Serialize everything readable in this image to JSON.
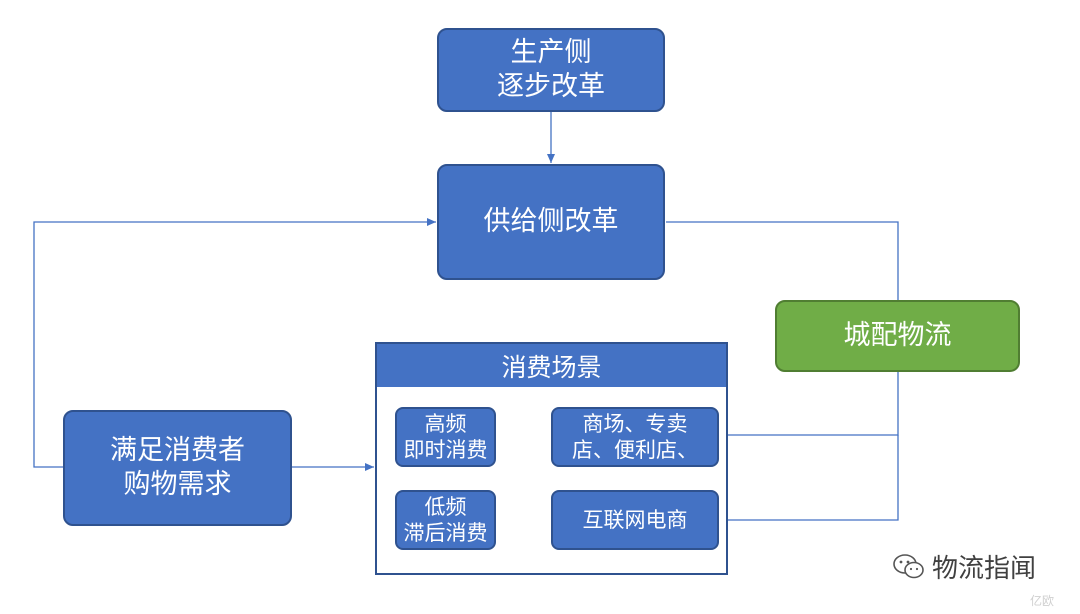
{
  "nodes": {
    "production": {
      "line1": "生产侧",
      "line2": "逐步改革"
    },
    "supply": {
      "label": "供给侧改革"
    },
    "city_logistics": {
      "label": "城配物流"
    },
    "consumer": {
      "line1": "满足消费者",
      "line2": "购物需求"
    },
    "scenarios": {
      "title": "消费场景",
      "high_freq": {
        "line1": "高频",
        "line2": "即时消费"
      },
      "low_freq": {
        "line1": "低频",
        "line2": "滞后消费"
      },
      "malls": {
        "line1": "商场、专卖",
        "line2": "店、便利店、"
      },
      "ecommerce": {
        "label": "互联网电商"
      }
    }
  },
  "watermark": {
    "text": "物流指闻",
    "icon": "wechat-icon",
    "faint": "亿欧"
  },
  "colors": {
    "box_blue": "#4472c4",
    "box_blue_border": "#2f528f",
    "box_green": "#70ad47",
    "connector": "#4472c4"
  }
}
